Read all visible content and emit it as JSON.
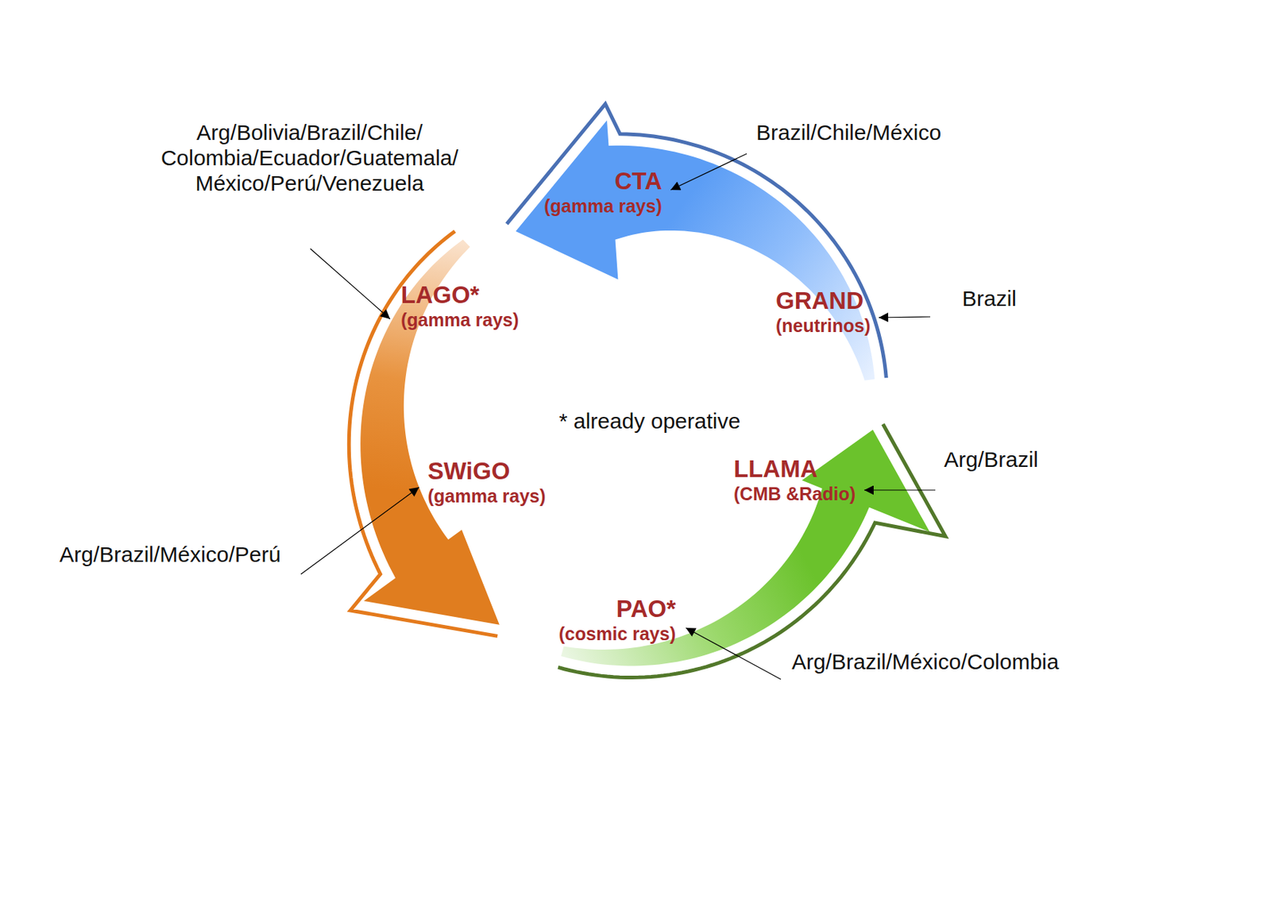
{
  "diagram": {
    "nodes": [
      {
        "text": [
          "CTA",
          "(gamma rays)"
        ]
      },
      {
        "text": [
          "GRAND",
          "(neutrinos)"
        ]
      },
      {
        "text": [
          "LAGO*",
          "(gamma rays)"
        ]
      },
      {
        "text": [
          "SWiGO",
          "(gamma rays)"
        ]
      },
      {
        "text": [
          "LLAMA",
          "(CMB &Radio)"
        ]
      },
      {
        "text": [
          "PAO*",
          "(cosmic rays)"
        ]
      }
    ],
    "labels": [
      "Arg/Bolivia/Brazil/Chile/ Colombia/Ecuador/Guatemala/ México/Perú/Venezuela",
      "Brazil/Chile/México",
      "Brazil",
      "* already operative",
      "Arg/Brazil",
      "Arg/Brazil/México/Perú",
      "Arg/Brazil/México/Colombia"
    ]
  }
}
